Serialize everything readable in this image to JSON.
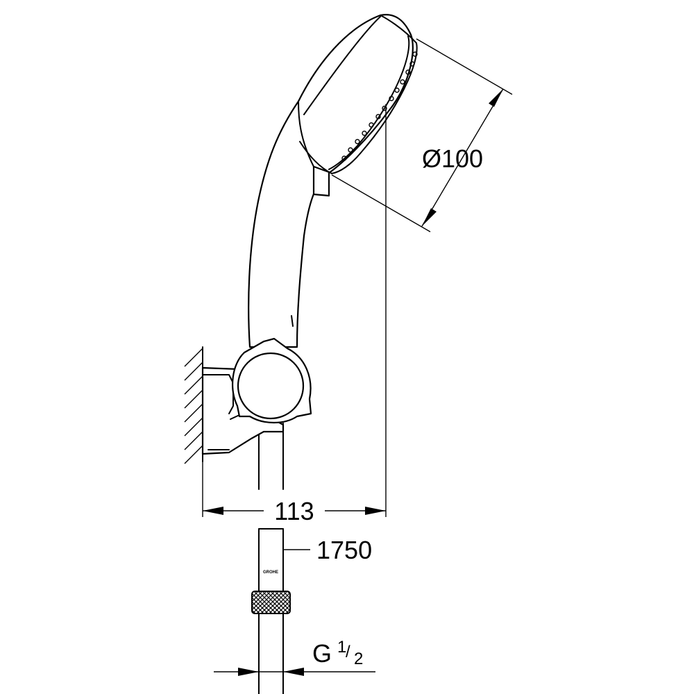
{
  "dimensions": {
    "head_diameter": "Ø100",
    "projection": "113",
    "hose_length": "1750",
    "thread_prefix": "G",
    "thread_numerator": "1",
    "thread_slash": "/",
    "thread_denominator": "2"
  },
  "hose_marking": "GROHE"
}
